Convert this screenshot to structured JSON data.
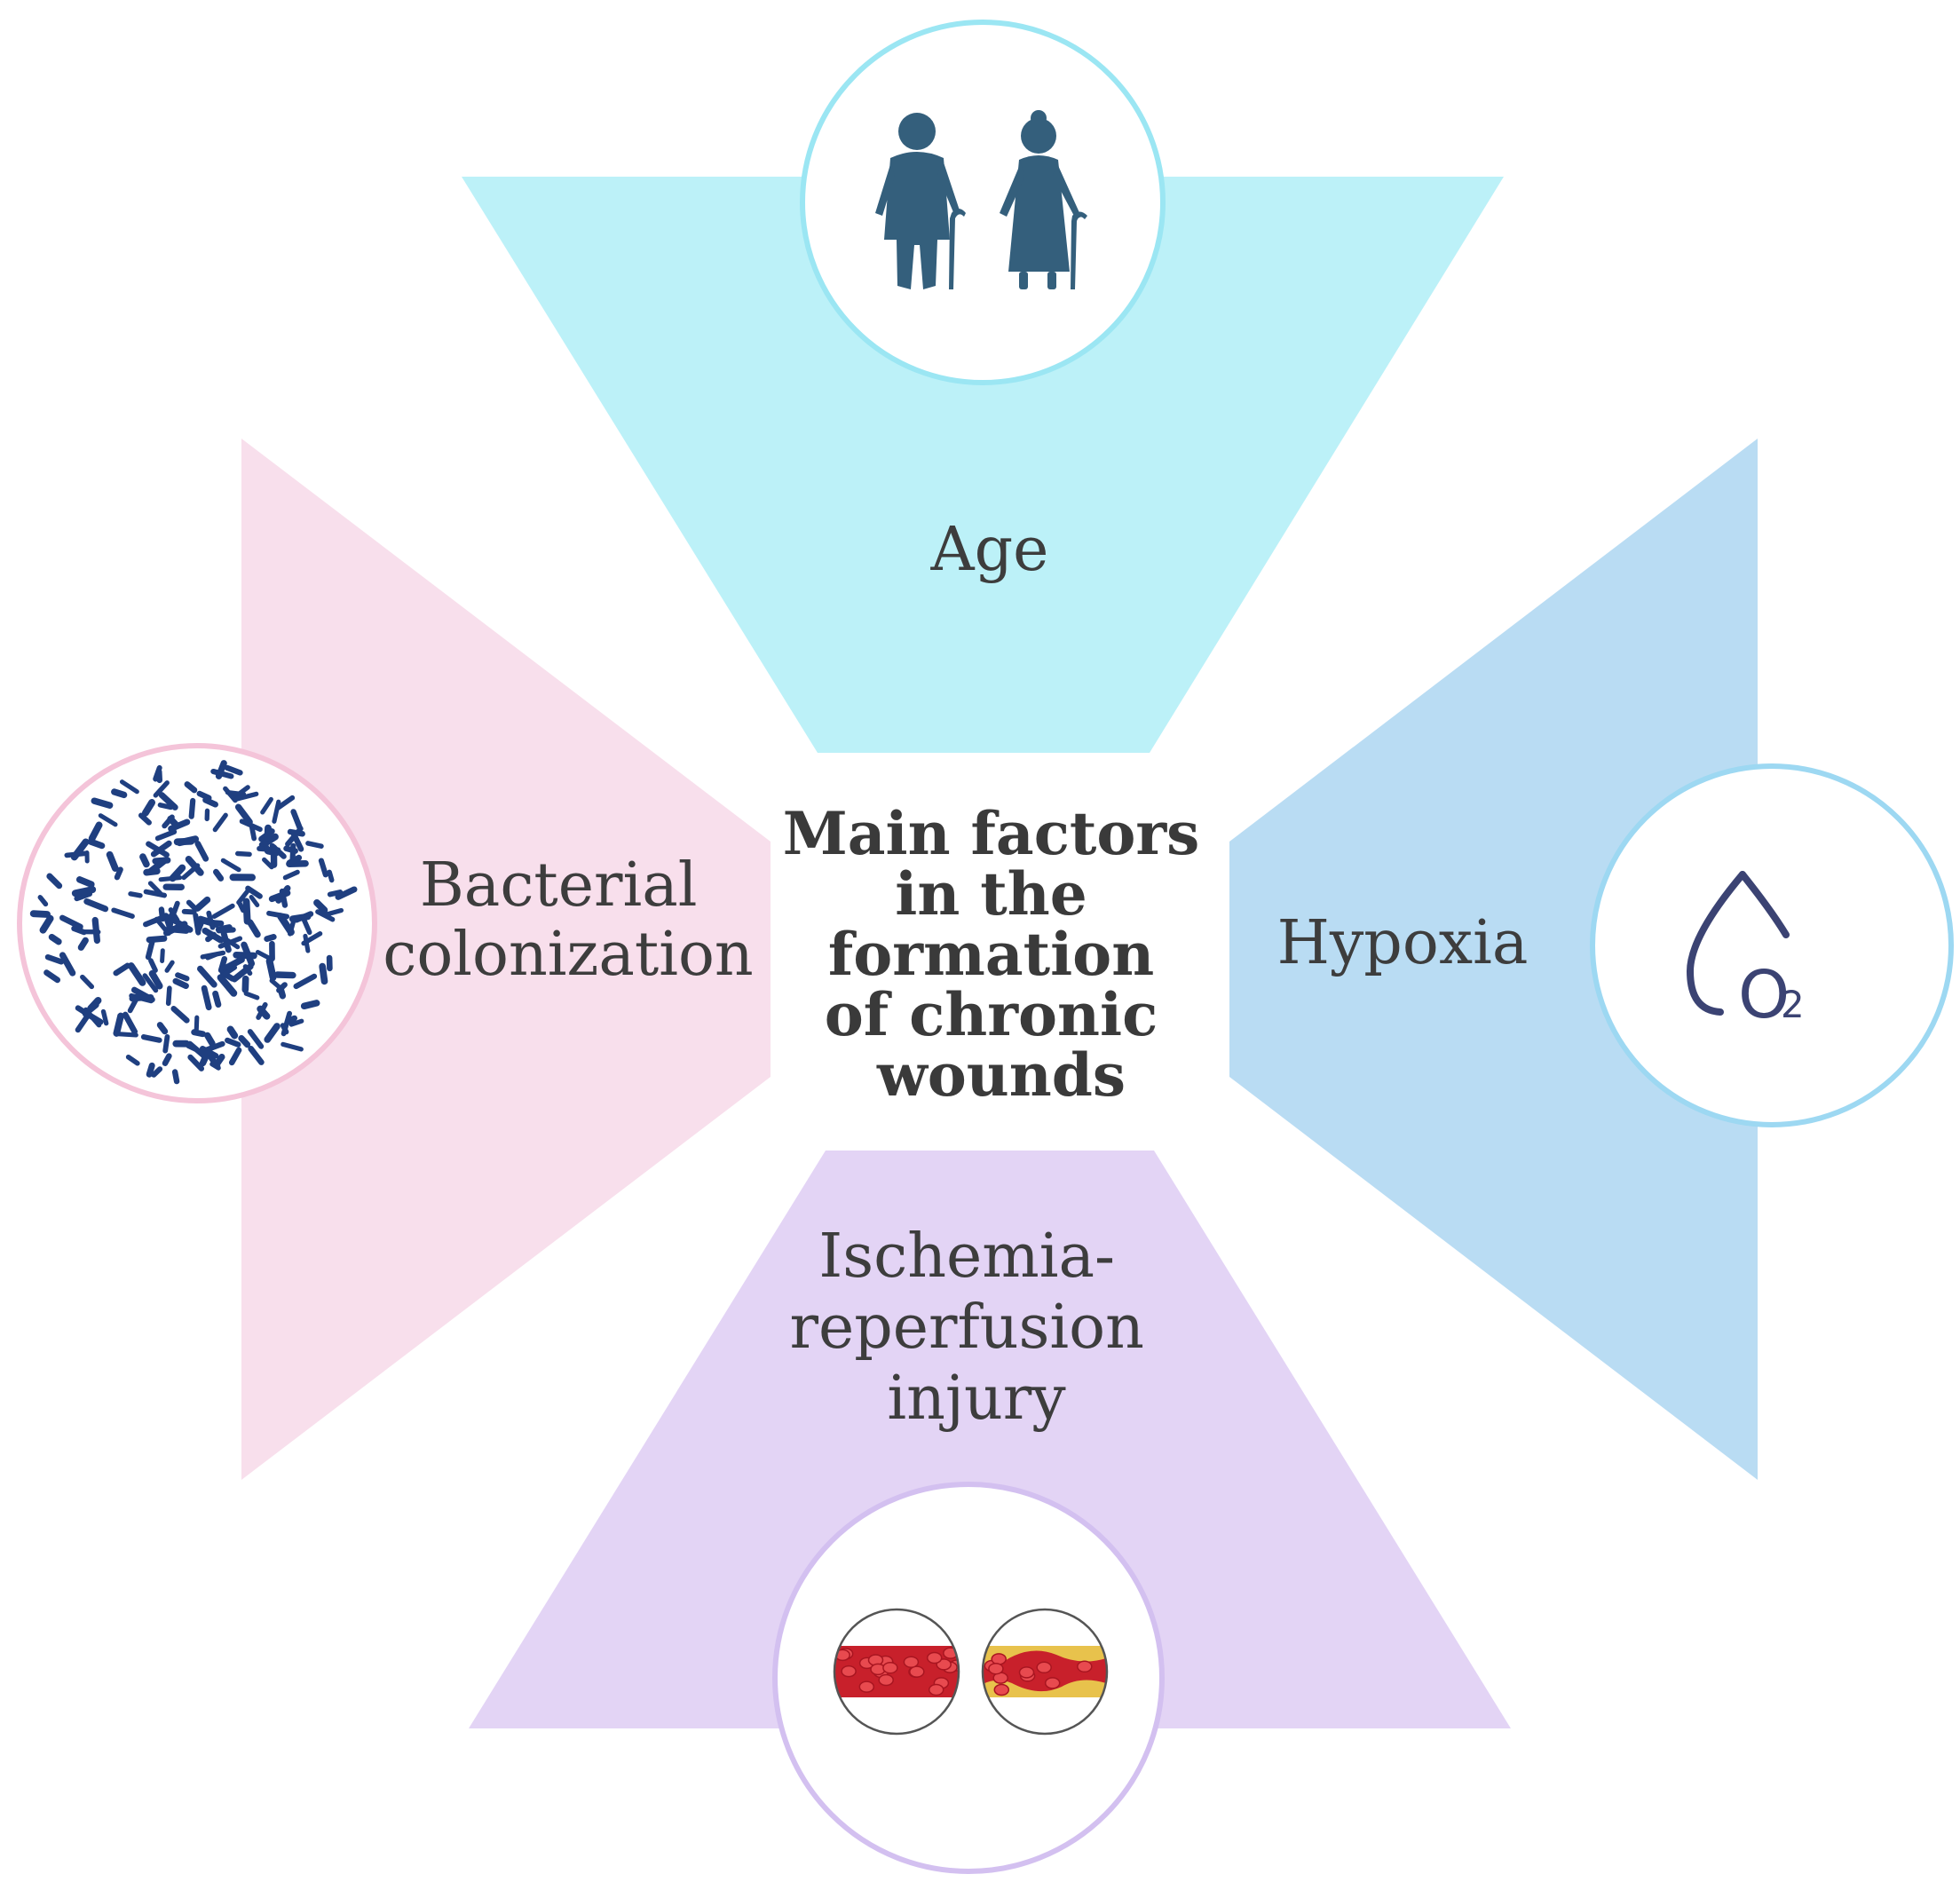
{
  "title": [
    "Main factors",
    "in the",
    "formation",
    "of  chronic",
    "wounds"
  ],
  "factors": {
    "age": {
      "label": [
        "Age"
      ],
      "icon": "elderly-couple-icon",
      "panel_color": "#bcf1f8",
      "ring_color": "#9be6f3"
    },
    "bacterial": {
      "label": [
        "Bacterial",
        "colonization"
      ],
      "icon": "bacteria-icon",
      "panel_color": "#f8dfec",
      "ring_color": "#f4c4d9"
    },
    "hypoxia": {
      "label": [
        "Hypoxia"
      ],
      "icon": "oxygen-drop-icon",
      "icon_text": "O",
      "icon_subscript": "2",
      "panel_color": "#b9dcf3",
      "ring_color": "#9dd8f2"
    },
    "ischemia": {
      "label": [
        "Ischemia-",
        "reperfusion",
        "injury"
      ],
      "icon": "blood-vessel-icon",
      "panel_color": "#e3d4f5",
      "ring_color": "#d3c0f0"
    }
  },
  "colors": {
    "figure": "#345f7c",
    "bacteria": "#1f3f80",
    "drop": "#3b4373",
    "blood": "#d41f2b",
    "plaque": "#e8c24c"
  }
}
